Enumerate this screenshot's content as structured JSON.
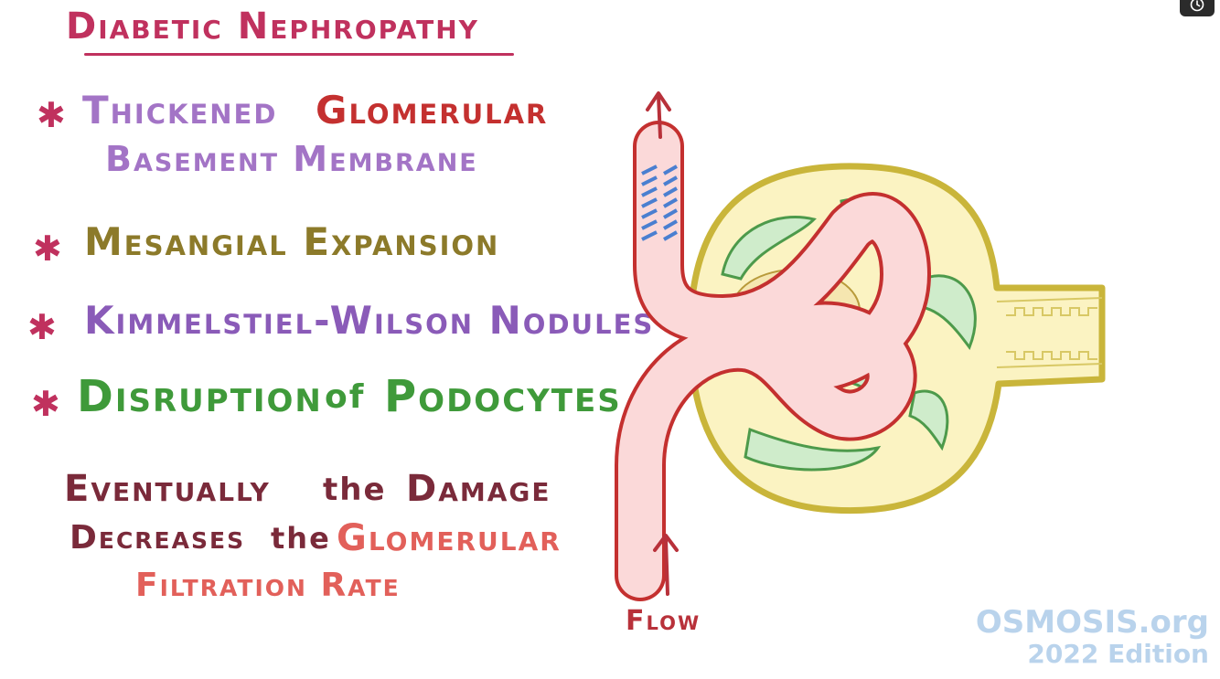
{
  "title": "Diabetic Nephropathy",
  "bullet_symbol": "✱",
  "bullets": {
    "b1_part1": "Thickened",
    "b1_part2": "Glomerular",
    "b1_part3": "Basement Membrane",
    "b2": "Mesangial Expansion",
    "b3": "Kimmelstiel-Wilson Nodules",
    "b4_part1": "Disruption",
    "b4_part2": "of",
    "b4_part3": "Podocytes"
  },
  "conclusion": {
    "line1_a": "Eventually",
    "line1_b": "the",
    "line1_c": "Damage",
    "line2_a": "Decreases",
    "line2_b": "the",
    "line2_c": "Glomerular",
    "line3": "Filtration Rate"
  },
  "diagram": {
    "flow_label": "Flow"
  },
  "watermark": {
    "brand": "OSMOSIS.org",
    "edition": "2022 Edition"
  },
  "colors": {
    "title": "#c0315e",
    "purple": "#a374c6",
    "red": "#c4302f",
    "olive": "#8c7a2a",
    "green": "#3f9a3a",
    "coral": "#e2605a"
  },
  "icons": [
    "clock-icon",
    "arrow-up-icon",
    "arrow-up-icon"
  ]
}
